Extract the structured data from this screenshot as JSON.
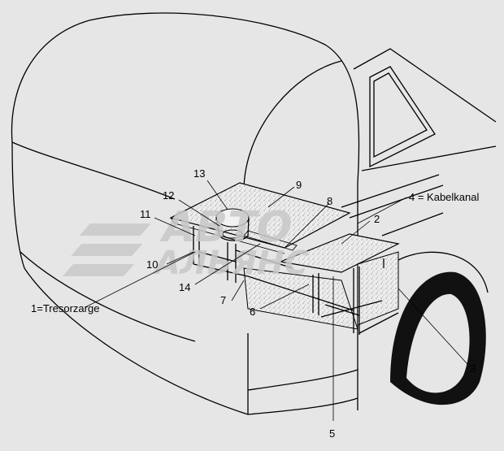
{
  "callouts": {
    "n1": "1=Tresorzarge",
    "n2": "2",
    "n3": "3",
    "n4": "4 = Kabelkanal",
    "n5": "5",
    "n6": "6",
    "n7": "7",
    "n8": "8",
    "n9": "9",
    "n10": "10",
    "n11": "11",
    "n12": "12",
    "n13": "13",
    "n14": "14"
  },
  "watermark": {
    "line1": "АВТО",
    "line2": "АЛЬЯНС"
  },
  "colors": {
    "background": "#e6e6e6",
    "ink": "#000000",
    "tire": "#111111",
    "watermark": "#c8c8c8"
  }
}
